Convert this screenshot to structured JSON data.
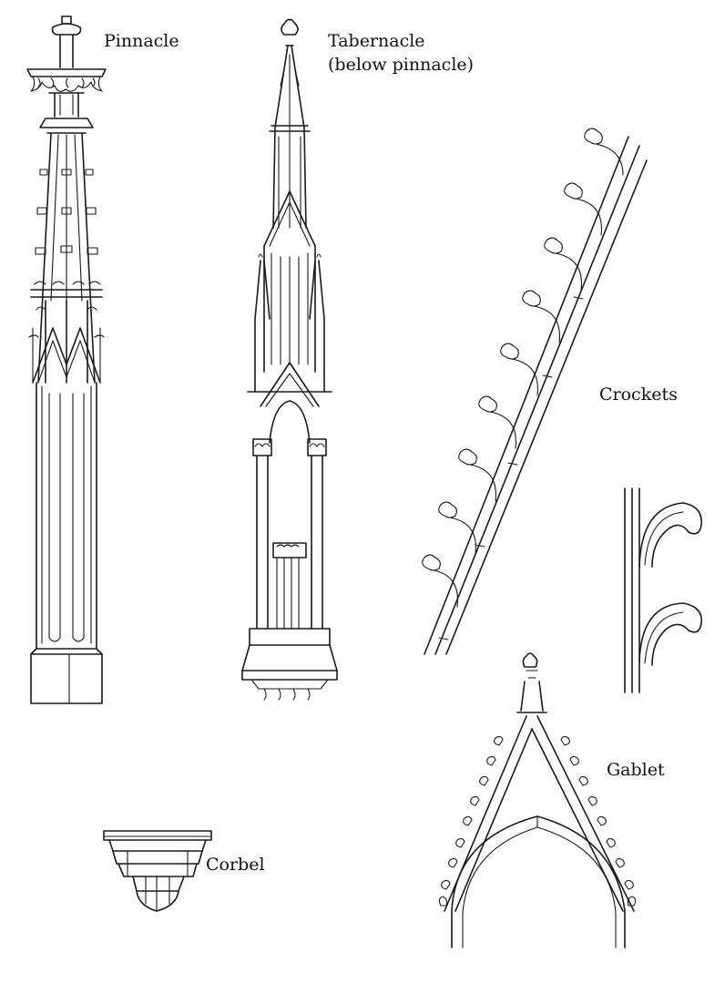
{
  "labels": {
    "pinnacle": "Pinnacle",
    "tabernacle_line1": "Tabernacle",
    "tabernacle_line2": "(below pinnacle)",
    "crockets": "Crockets",
    "gablet": "Gablet",
    "corbel": "Corbel"
  },
  "ink_color": "#1a1a1a",
  "background_color": "#ffffff"
}
